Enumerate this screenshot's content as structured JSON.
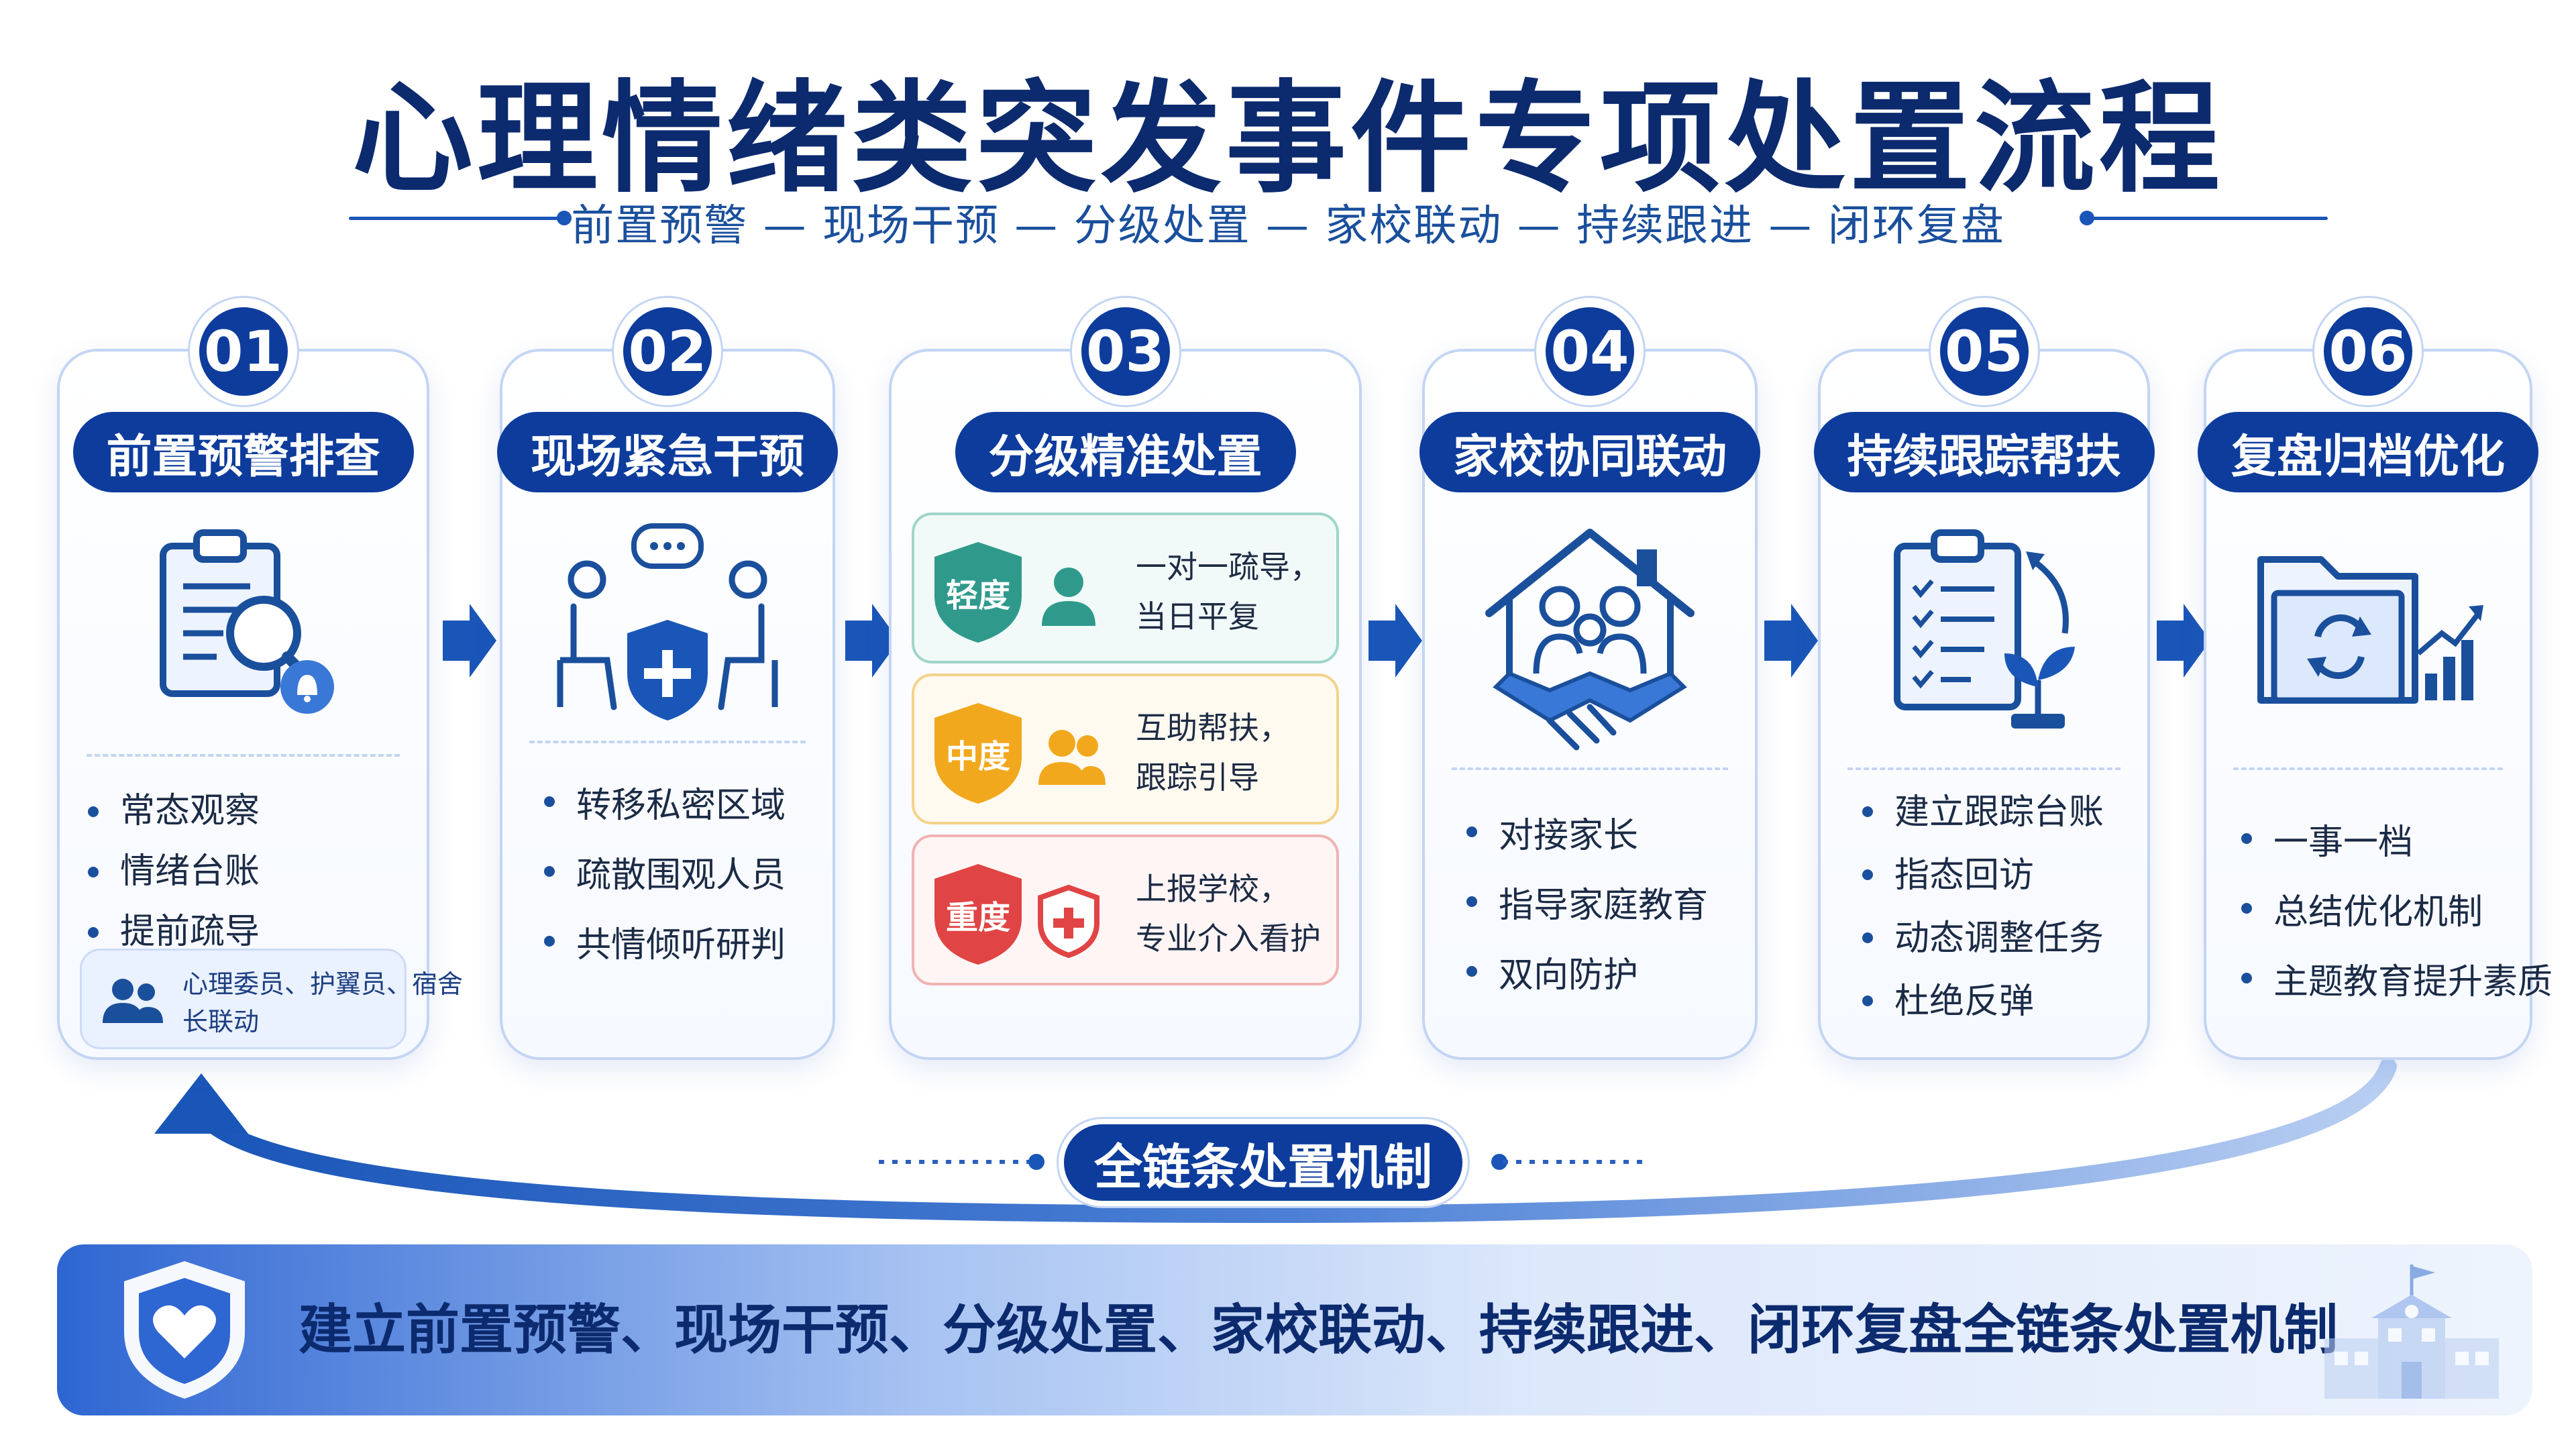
{
  "title": "心理情绪类突发事件专项处置流程",
  "subtitle": "前置预警 — 现场干预 — 分级处置 — 家校联动 — 持续跟进 — 闭环复盘",
  "steps": [
    {
      "num": "01",
      "title": "前置预警排查",
      "icon": "clipboard-search-bell-icon",
      "items": [
        "常态观察",
        "情绪台账",
        "提前疏导"
      ],
      "note": "心理委员、护翼员、宿舍长联动"
    },
    {
      "num": "02",
      "title": "现场紧急干预",
      "icon": "counseling-shield-icon",
      "items": [
        "转移私密区域",
        "疏散围观人员",
        "共情倾听研判"
      ]
    },
    {
      "num": "03",
      "title": "分级精准处置",
      "icon": "severity-levels",
      "levels": [
        {
          "label": "轻度",
          "text1": "一对一疏导，",
          "text2": "当日平复",
          "color": "#2f9a8c",
          "border": "#9fd5cb",
          "bg": "#f1faf8"
        },
        {
          "label": "中度",
          "text1": "互助帮扶，",
          "text2": "跟踪引导",
          "color": "#f2a81d",
          "border": "#f3d38a",
          "bg": "#fffaf0"
        },
        {
          "label": "重度",
          "text1": "上报学校，",
          "text2": "专业介入看护",
          "color": "#e04444",
          "border": "#f0b3b3",
          "bg": "#fff5f5"
        }
      ]
    },
    {
      "num": "04",
      "title": "家校协同联动",
      "icon": "home-handshake-icon",
      "items": [
        "对接家长",
        "指导家庭教育",
        "双向防护"
      ]
    },
    {
      "num": "05",
      "title": "持续跟踪帮扶",
      "icon": "checklist-plant-icon",
      "items": [
        "建立跟踪台账",
        "指态回访",
        "动态调整任务",
        "杜绝反弹"
      ]
    },
    {
      "num": "06",
      "title": "复盘归档优化",
      "icon": "folder-refresh-chart-icon",
      "items": [
        "一事一档",
        "总结优化机制",
        "主题教育提升素质"
      ]
    }
  ],
  "loop_label": "全链条处置机制",
  "banner_text": "建立前置预警、现场干预、分级处置、家校联动、持续跟进、闭环复盘全链条处置机制",
  "colors": {
    "primary": "#0d3c9c",
    "accent": "#1a56b8",
    "card_border": "#c3d5f3"
  }
}
